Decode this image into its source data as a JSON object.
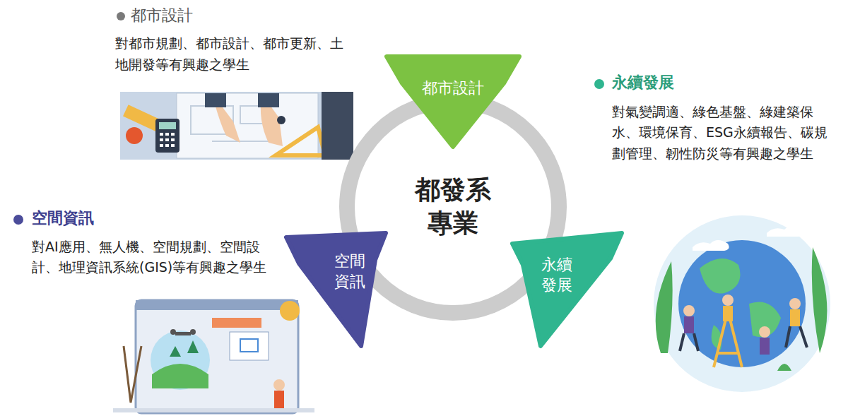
{
  "diagram": {
    "nodes": [
      {
        "text": [
          "都發系 專業"
        ]
      },
      {
        "text": [
          "都市設計"
        ]
      },
      {
        "text": [
          "空間 資訊"
        ]
      },
      {
        "text": [
          "永續 發展"
        ]
      }
    ],
    "labels": [
      "都市設計",
      "對都市規劃、都市設計、都市更新、土地開發等有興趣之學生",
      "永續發展",
      "對氣變調適、綠色基盤、綠建築保水、環境保育、ESG永續報告、碳規劃管理、韌性防災等有興趣之學生",
      "空間資訊",
      "對AI應用、無人機、空間規劃、空間設計、地理資訊系統(GIS)等有興趣之學生"
    ]
  }
}
